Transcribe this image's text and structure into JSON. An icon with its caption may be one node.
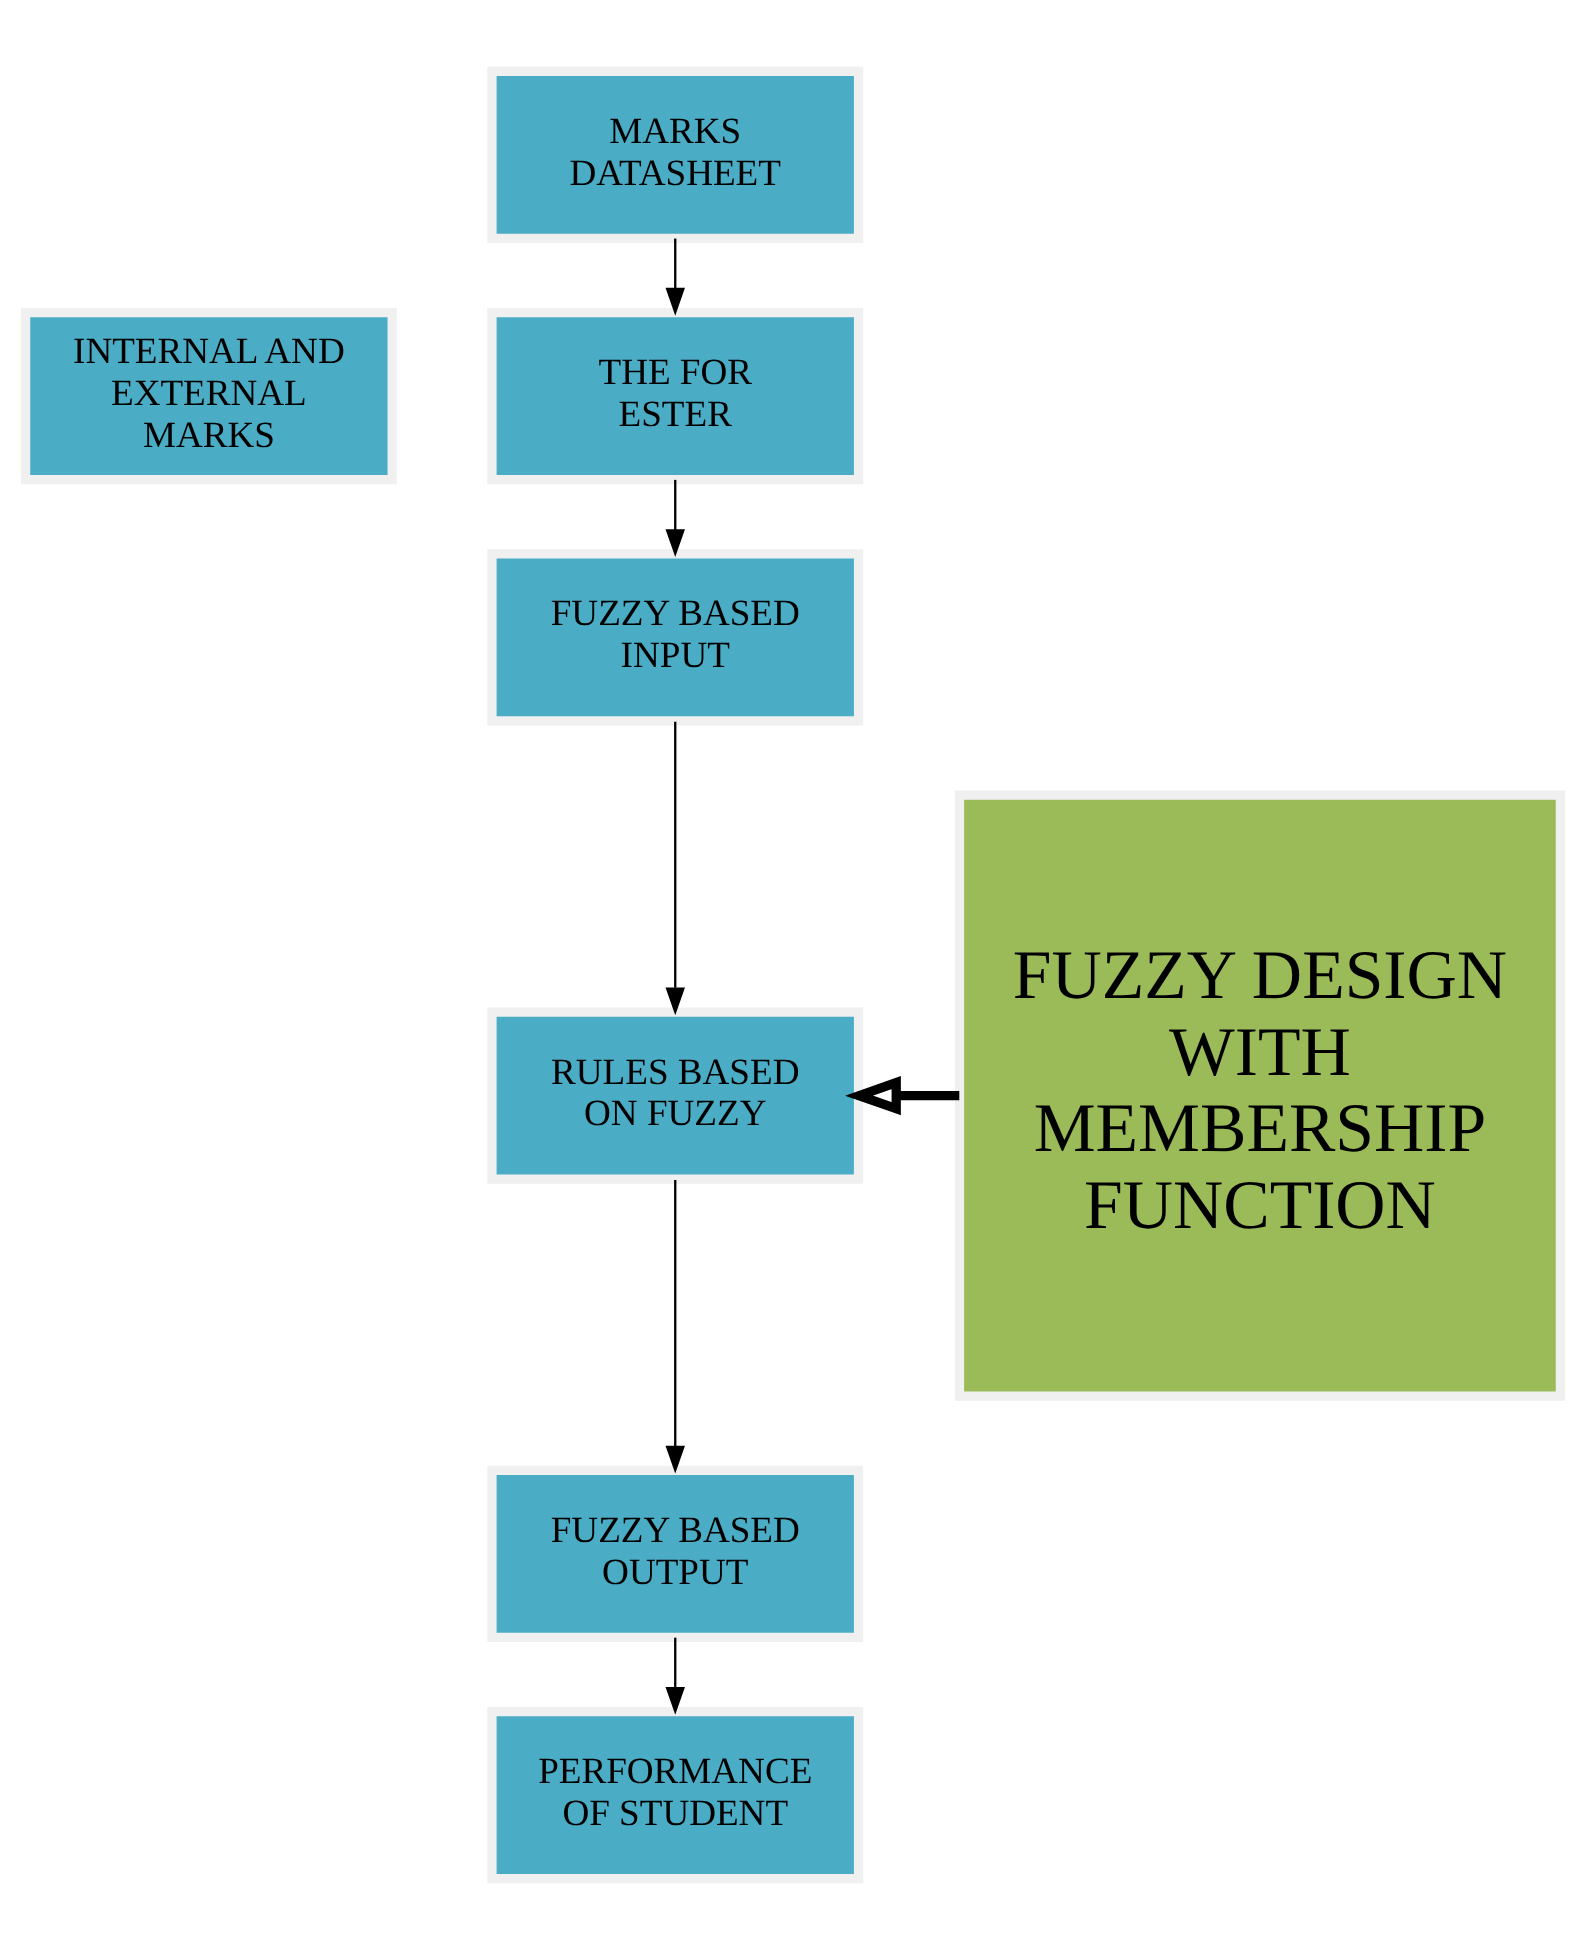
{
  "diagram": {
    "nodes": [
      {
        "text": [
          "MARKS DATASHEET"
        ]
      },
      {
        "text": [
          "THE FOR ESTER"
        ]
      },
      {
        "text": [
          "INTERNAL AND EXTERNAL MARKS"
        ]
      },
      {
        "text": [
          "FUZZY BASED INPUT"
        ]
      },
      {
        "text": [
          "RULES BASED ON FUZZY"
        ]
      },
      {
        "text": [
          "FUZZY BASED OUTPUT"
        ]
      },
      {
        "text": [
          "PERFORMANCE OF STUDENT"
        ]
      },
      {
        "text": [
          "FUZZY DESIGN WITH MEMBERSHIP FUNCTION"
        ]
      }
    ],
    "edges": [
      {
        "from": 0,
        "to": 1,
        "arrow": "to"
      },
      {
        "from": 1,
        "to": 3,
        "arrow": "to"
      },
      {
        "from": 3,
        "to": 4,
        "arrow": "to"
      },
      {
        "from": 4,
        "to": 5,
        "arrow": "to"
      },
      {
        "from": 5,
        "to": 6,
        "arrow": "to"
      },
      {
        "from": 7,
        "to": 4,
        "arrow": "to",
        "style": "thick"
      }
    ]
  }
}
